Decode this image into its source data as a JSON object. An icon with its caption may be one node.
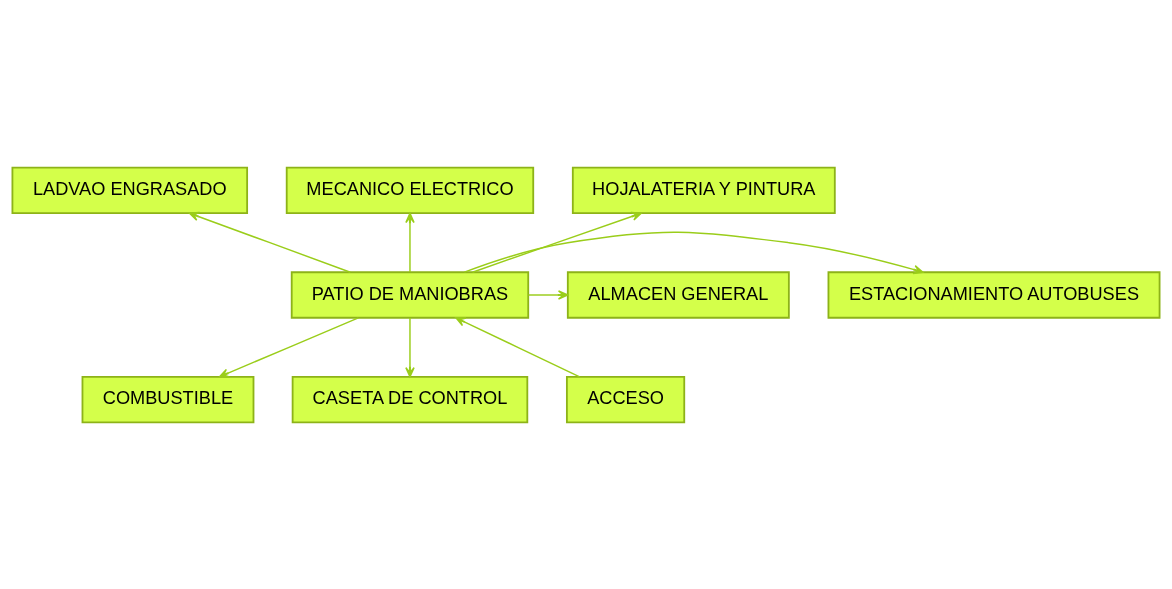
{
  "diagram": {
    "nodes": [
      {
        "text": [
          "LADVAO ENGRASADO"
        ]
      },
      {
        "text": [
          "MECANICO ELECTRICO"
        ]
      },
      {
        "text": [
          "HOJALATERIA Y PINTURA"
        ]
      },
      {
        "text": [
          "ESTACIONAMIENTO AUTOBUSES"
        ]
      },
      {
        "text": [
          "PATIO DE MANIOBRAS"
        ]
      },
      {
        "text": [
          "ALMACEN GENERAL"
        ]
      },
      {
        "text": [
          "COMBUSTIBLE"
        ]
      },
      {
        "text": [
          "ACCESO"
        ]
      },
      {
        "text": [
          "CASETA DE CONTROL"
        ]
      }
    ],
    "edges": [
      {
        "from": 4,
        "to": 0,
        "arrow": "to"
      },
      {
        "from": 4,
        "to": 1,
        "arrow": "to"
      },
      {
        "from": 4,
        "to": 2,
        "arrow": "to"
      },
      {
        "from": 4,
        "to": 3,
        "arrow": "to"
      },
      {
        "from": 4,
        "to": 5,
        "arrow": "to"
      },
      {
        "from": 4,
        "to": 6,
        "arrow": "to"
      },
      {
        "from": 4,
        "to": 8,
        "arrow": "to"
      },
      {
        "from": 7,
        "to": 4,
        "arrow": "to"
      }
    ]
  }
}
